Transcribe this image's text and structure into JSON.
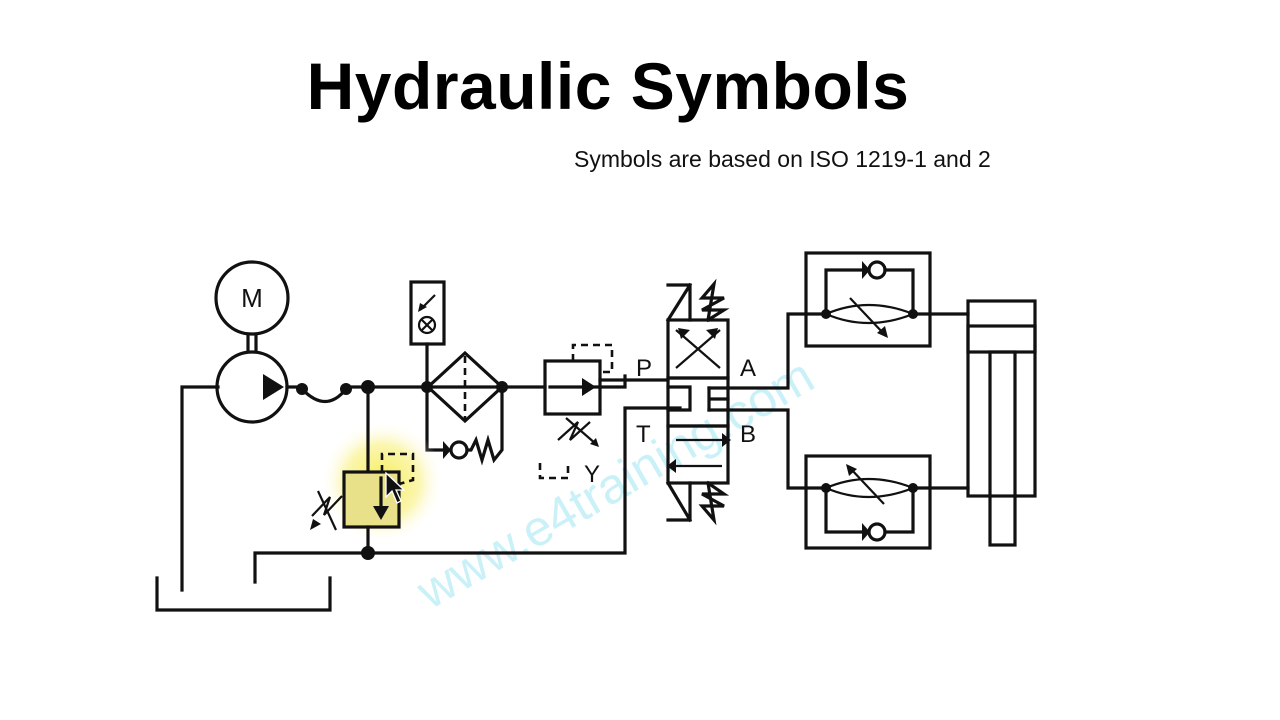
{
  "title": "Hydraulic Symbols",
  "subtitle": "Symbols are based on ISO 1219-1 and 2",
  "diagram": {
    "motor_label": "M",
    "ports": {
      "p": "P",
      "t": "T",
      "a": "A",
      "b": "B",
      "y": "Y"
    },
    "watermark": "www.e4training.com",
    "colors": {
      "highlight": "#f6ec4a",
      "valve_fill": "#e9e18a",
      "line": "#111111",
      "watermark": "#9fe6f2"
    }
  }
}
